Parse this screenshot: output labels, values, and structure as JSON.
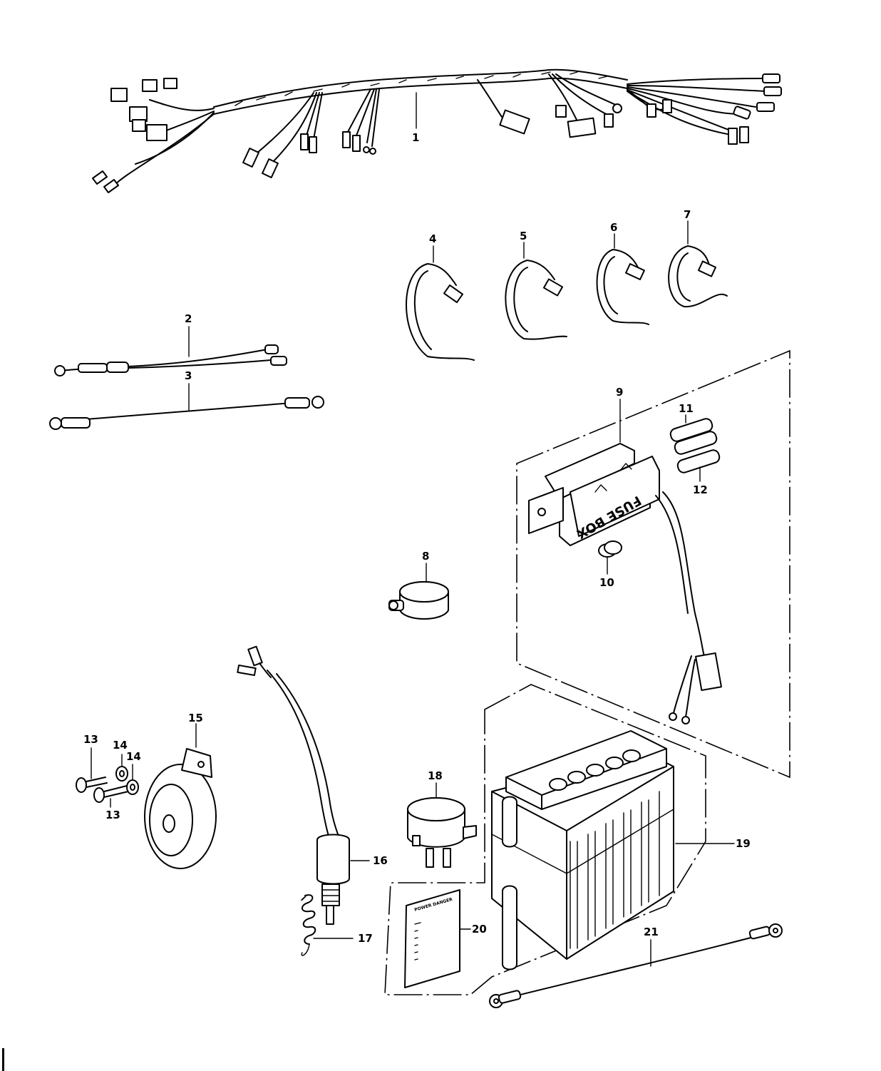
{
  "callouts": [
    "1",
    "2",
    "3",
    "4",
    "5",
    "6",
    "7",
    "8",
    "9",
    "10",
    "11",
    "12",
    "13",
    "14",
    "14",
    "13",
    "15",
    "16",
    "17",
    "18",
    "19",
    "20",
    "21"
  ],
  "fuse_box_text": "FUSE BOX",
  "leaflet_title": "POWER DANGER",
  "colors": {
    "line": "#000000",
    "background": "#ffffff"
  }
}
